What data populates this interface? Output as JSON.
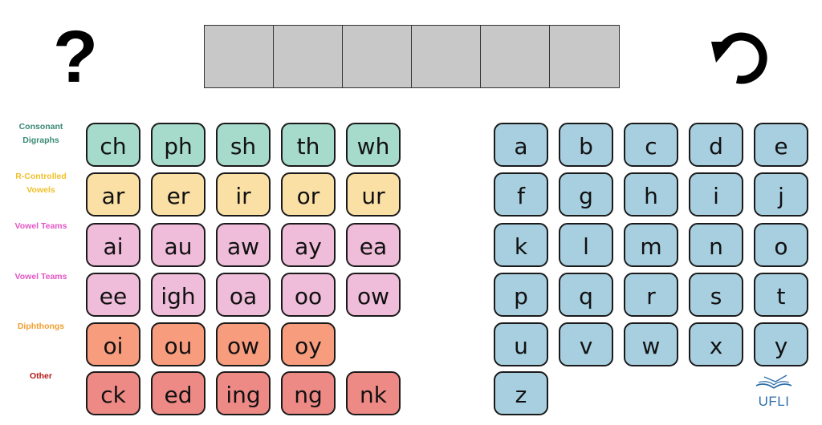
{
  "toolbar": {
    "help_icon": "question-mark-icon",
    "help_glyph": "?",
    "undo_icon": "undo-arrow-icon"
  },
  "word_builder": {
    "slot_count": 6
  },
  "categories": [
    {
      "id": "consonant-digraphs",
      "label": "Consonant Digraphs",
      "color": "#3a8a74",
      "tile_color": "#a6dacb",
      "tiles": [
        "ch",
        "ph",
        "sh",
        "th",
        "wh"
      ]
    },
    {
      "id": "r-controlled-vowels",
      "label": "R-Controlled Vowels",
      "color": "#f0c02a",
      "tile_color": "#fbe0a6",
      "tiles": [
        "ar",
        "er",
        "ir",
        "or",
        "ur"
      ]
    },
    {
      "id": "vowel-teams-1",
      "label": "Vowel Teams",
      "color": "#e455c4",
      "tile_color": "#efbcd9",
      "tiles": [
        "ai",
        "au",
        "aw",
        "ay",
        "ea"
      ]
    },
    {
      "id": "vowel-teams-2",
      "label": "Vowel Teams",
      "color": "#e455c4",
      "tile_color": "#efbcd9",
      "tiles": [
        "ee",
        "igh",
        "oa",
        "oo",
        "ow"
      ]
    },
    {
      "id": "diphthongs",
      "label": "Diphthongs",
      "color": "#f0a030",
      "tile_color": "#f89c7e",
      "tiles": [
        "oi",
        "ou",
        "ow",
        "oy"
      ]
    },
    {
      "id": "other",
      "label": "Other",
      "color": "#b51818",
      "tile_color": "#ee8a86",
      "tiles": [
        "ck",
        "ed",
        "ing",
        "ng",
        "nk"
      ]
    }
  ],
  "letters": {
    "tile_color": "#a8cfe0",
    "rows": [
      [
        "a",
        "b",
        "c",
        "d",
        "e"
      ],
      [
        "f",
        "g",
        "h",
        "i",
        "j"
      ],
      [
        "k",
        "l",
        "m",
        "n",
        "o"
      ],
      [
        "p",
        "q",
        "r",
        "s",
        "t"
      ],
      [
        "u",
        "v",
        "w",
        "x",
        "y"
      ],
      [
        "z"
      ]
    ]
  },
  "logo": {
    "text": "UFLI",
    "icon": "open-book-icon",
    "color": "#2f6fa8"
  }
}
